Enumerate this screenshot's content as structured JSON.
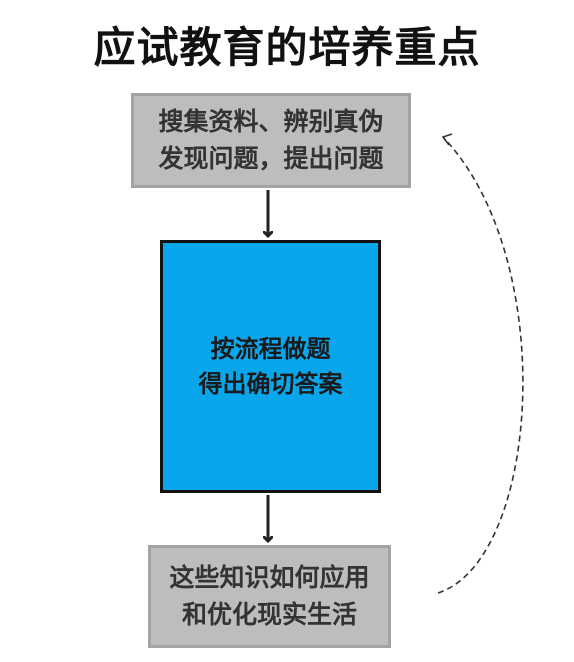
{
  "title": "应试教育的培养重点",
  "steps": {
    "gather": {
      "line1": "搜集资料、辨别真伪",
      "line2": "发现问题，提出问题"
    },
    "solve": {
      "line1": "按流程做题",
      "line2": "得出确切答案"
    },
    "apply": {
      "line1": "这些知识如何应用",
      "line2": "和优化现实生活"
    }
  },
  "colors": {
    "gray_box": "#bdbdbd",
    "gray_border": "#a3a3a3",
    "blue_box": "#0aa6ec",
    "arrow": "#222222"
  }
}
